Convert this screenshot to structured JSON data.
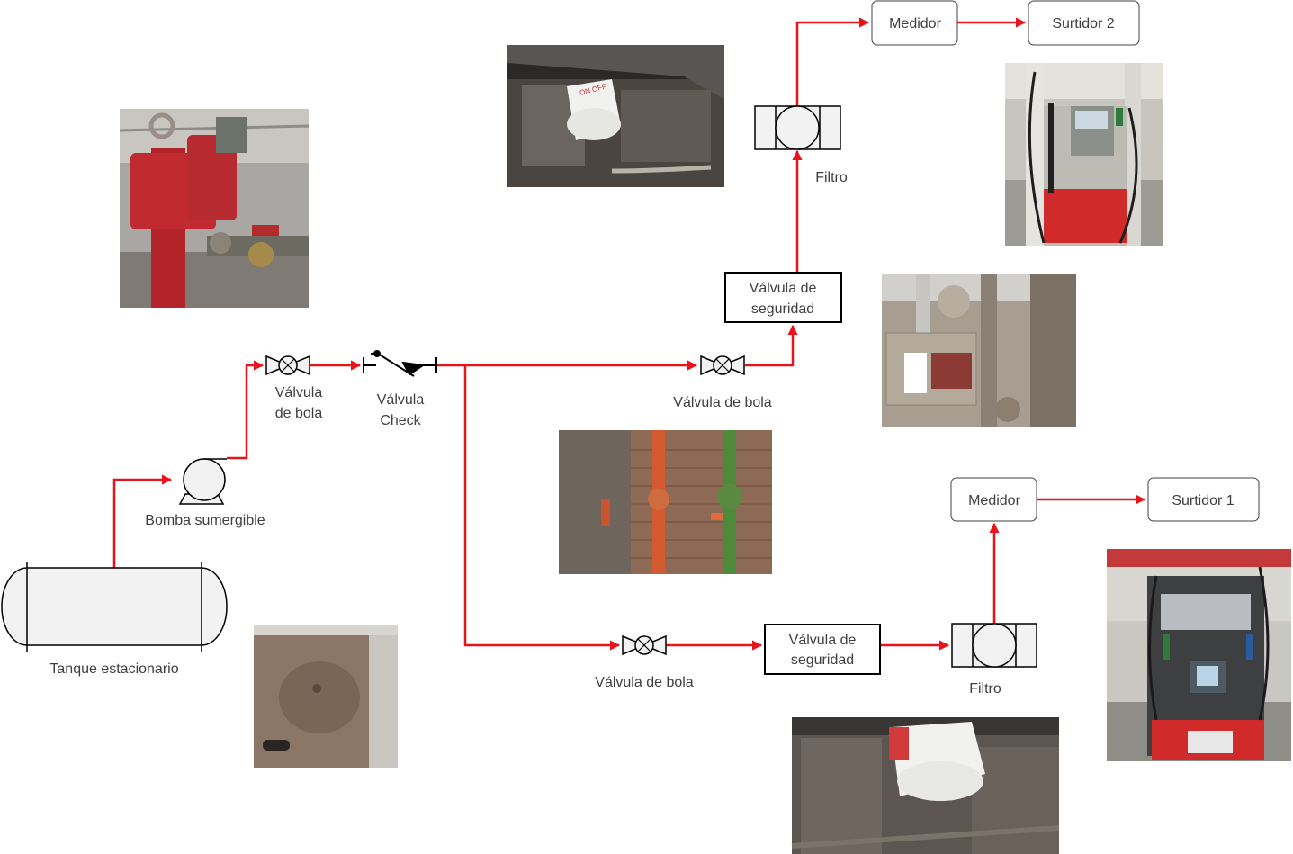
{
  "labels": {
    "tank": "Tanque estacionario",
    "pump": "Bomba sumergible",
    "ball_valve_1": [
      "Válvula",
      "de bola"
    ],
    "check_valve": [
      "Válvula",
      "Check"
    ],
    "ball_valve_upper": "Válvula de bola",
    "safety_valve_upper": [
      "Válvula de",
      "seguridad"
    ],
    "filter_upper": "Filtro",
    "meter_upper": "Medidor",
    "dispenser_2": "Surtidor 2",
    "ball_valve_lower": "Válvula de bola",
    "safety_valve_lower": [
      "Válvula de",
      "seguridad"
    ],
    "filter_lower": "Filtro",
    "meter_lower": "Medidor",
    "dispenser_1": "Surtidor 1"
  },
  "colors": {
    "pipe": "#e8141b",
    "symbol_fill": "#f2f2f2",
    "symbol_stroke": "#000000",
    "label_text": "#3f3f3f"
  },
  "photos": [
    {
      "id": "pump-photo",
      "icon": "red-submersible-pump-photo"
    },
    {
      "id": "tank-photo",
      "icon": "tank-interior-photo"
    },
    {
      "id": "filter-photo-upper",
      "icon": "fuel-filter-photo"
    },
    {
      "id": "valves-photo",
      "icon": "pipe-valves-wall-photo"
    },
    {
      "id": "safety-valve-photo",
      "icon": "safety-valve-photo"
    },
    {
      "id": "dispenser-2-photo",
      "icon": "fuel-dispenser-photo"
    },
    {
      "id": "dispenser-1-photo",
      "icon": "fuel-dispenser-photo"
    },
    {
      "id": "filter-photo-lower",
      "icon": "fuel-filter-photo"
    }
  ]
}
